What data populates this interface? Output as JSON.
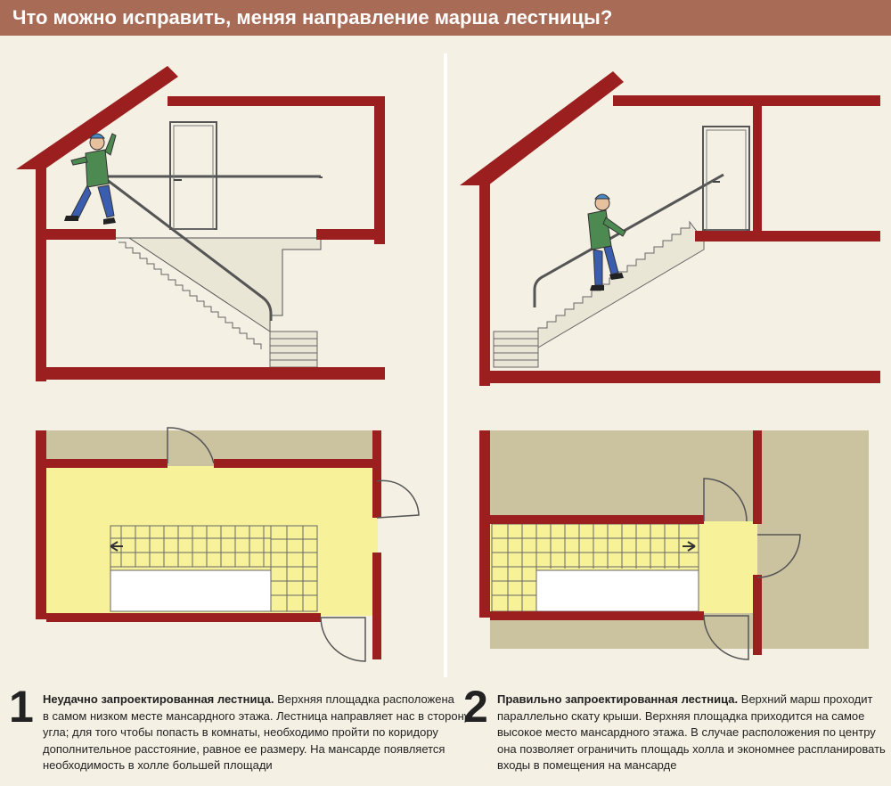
{
  "title": "Что можно исправить, меняя направление марша лестницы?",
  "colors": {
    "title_bar": "#a86b55",
    "wall": "#9c1f1f",
    "stair_fill": "#e9e6d6",
    "plan_floor": "#f7f19a",
    "plan_outside": "#cbc2a0",
    "background": "#f4f0e4"
  },
  "icons": {
    "person_left": "man-climbing-stairs",
    "person_right": "man-climbing-stairs",
    "door_swing": "door-arc",
    "direction_arrow": "arrow-left"
  },
  "captions": [
    {
      "number": "1",
      "heading": "Неудачно запроектированная лестница.",
      "lines": [
        "Верхняя площадка расположена",
        "в самом низком месте мансардного этажа. Лестница направляет нас в сторону",
        "угла; для того чтобы попасть в комнаты, необходимо пройти по коридору",
        "дополнительное расстояние, равное ее размеру. На мансарде появляется",
        "необходимость в холле большей площади"
      ]
    },
    {
      "number": "2",
      "heading": "Правильно запроектированная лестница.",
      "lines": [
        "Верхний марш проходит",
        "параллельно скату крыши. Верхняя площадка приходится на самое",
        "высокое место мансардного этажа. В случае расположения по центру",
        "она позволяет ограничить площадь холла и экономнее распланировать",
        "входы в помещения на мансарде"
      ]
    }
  ]
}
